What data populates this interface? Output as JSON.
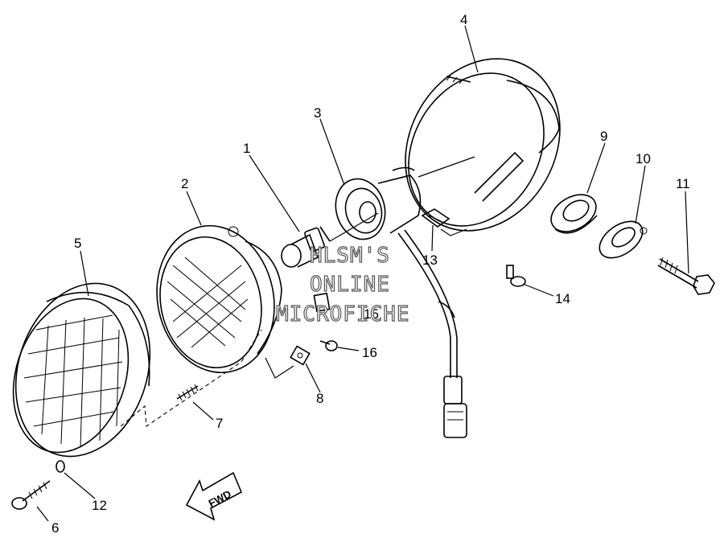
{
  "callouts": [
    {
      "id": "1",
      "label": "1"
    },
    {
      "id": "2",
      "label": "2"
    },
    {
      "id": "3",
      "label": "3"
    },
    {
      "id": "4",
      "label": "4"
    },
    {
      "id": "5",
      "label": "5"
    },
    {
      "id": "6",
      "label": "6"
    },
    {
      "id": "7",
      "label": "7"
    },
    {
      "id": "8",
      "label": "8"
    },
    {
      "id": "9",
      "label": "9"
    },
    {
      "id": "10",
      "label": "10"
    },
    {
      "id": "11",
      "label": "11"
    },
    {
      "id": "12",
      "label": "12"
    },
    {
      "id": "13",
      "label": "13"
    },
    {
      "id": "14",
      "label": "14"
    },
    {
      "id": "15",
      "label": "15"
    },
    {
      "id": "16",
      "label": "16"
    }
  ],
  "watermark": {
    "line1": "HLSM'S",
    "line2": "ONLINE",
    "line3": "MICROFICHE"
  },
  "direction_arrow": {
    "label": "FWD"
  }
}
